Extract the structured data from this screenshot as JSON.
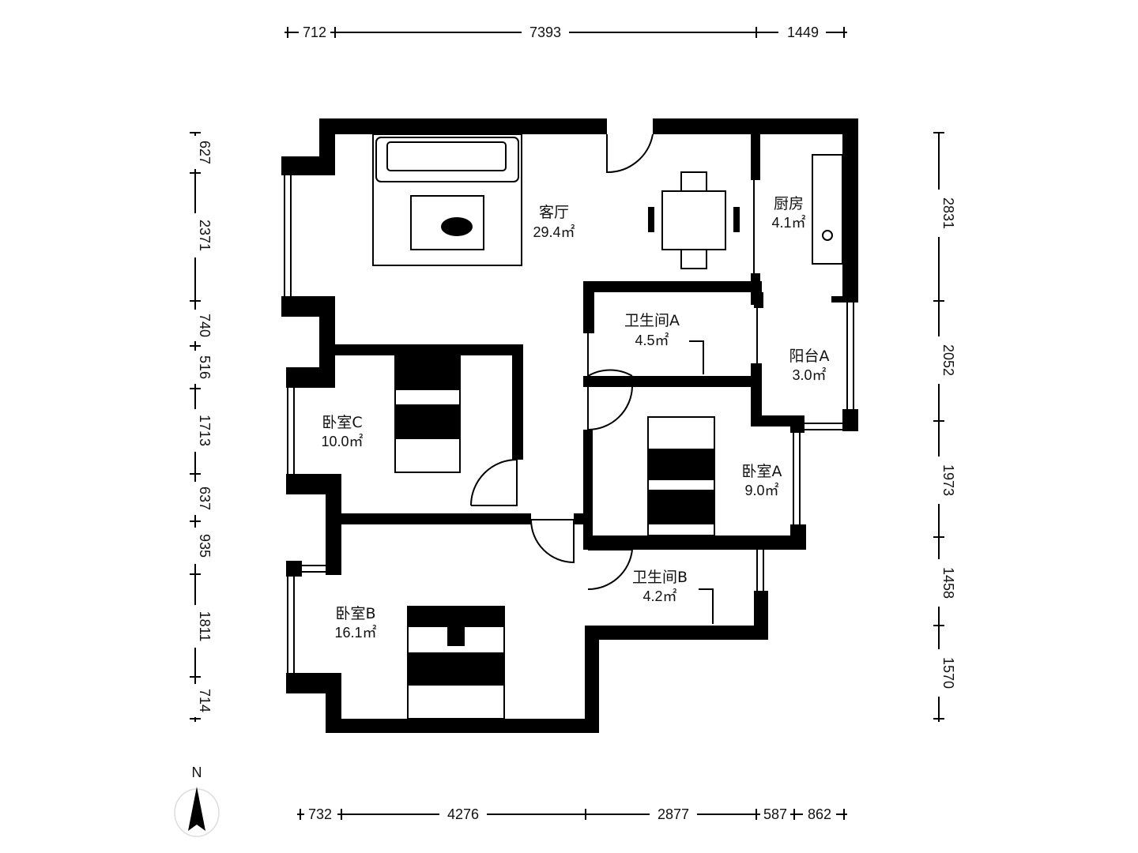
{
  "north_label": "N",
  "dimensions": {
    "top": [
      "712",
      "7393",
      "1449"
    ],
    "bottom": [
      "732",
      "4276",
      "2877",
      "587",
      "862"
    ],
    "left": [
      "627",
      "2371",
      "740",
      "516",
      "1713",
      "637",
      "935",
      "1811",
      "714"
    ],
    "right": [
      "2831",
      "2052",
      "1973",
      "1458",
      "1570"
    ]
  },
  "rooms": {
    "living": {
      "name": "客厅",
      "area": "29.4㎡"
    },
    "kitchen": {
      "name": "厨房",
      "area": "4.1㎡"
    },
    "bath_a": {
      "name": "卫生间A",
      "area": "4.5㎡"
    },
    "balcony_a": {
      "name": "阳台A",
      "area": "3.0㎡"
    },
    "bedroom_c": {
      "name": "卧室C",
      "area": "10.0㎡"
    },
    "bedroom_a": {
      "name": "卧室A",
      "area": "9.0㎡"
    },
    "bath_b": {
      "name": "卫生间B",
      "area": "4.2㎡"
    },
    "bedroom_b": {
      "name": "卧室B",
      "area": "16.1㎡"
    }
  }
}
